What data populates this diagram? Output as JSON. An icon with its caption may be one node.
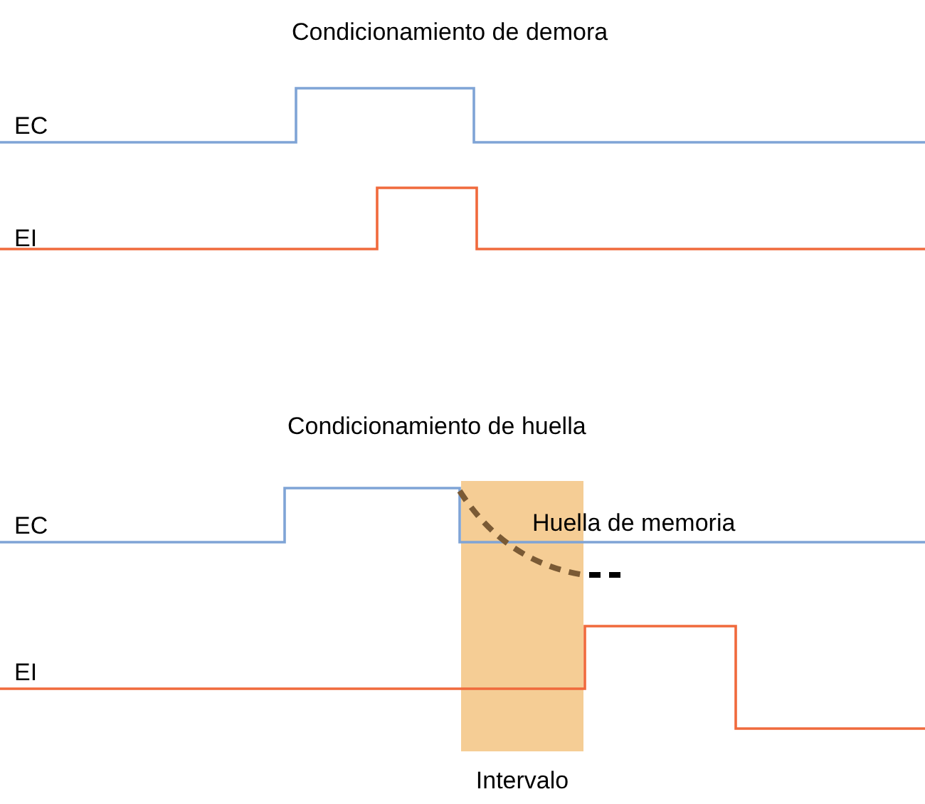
{
  "diagram": {
    "nodes": [
      {
        "text": [
          "Intervalo"
        ]
      }
    ],
    "labels": [
      "Condicionamiento de demora",
      "EC",
      "EI",
      "Condicionamiento de huella",
      "Huella de memoria",
      "EC",
      "EI"
    ]
  }
}
